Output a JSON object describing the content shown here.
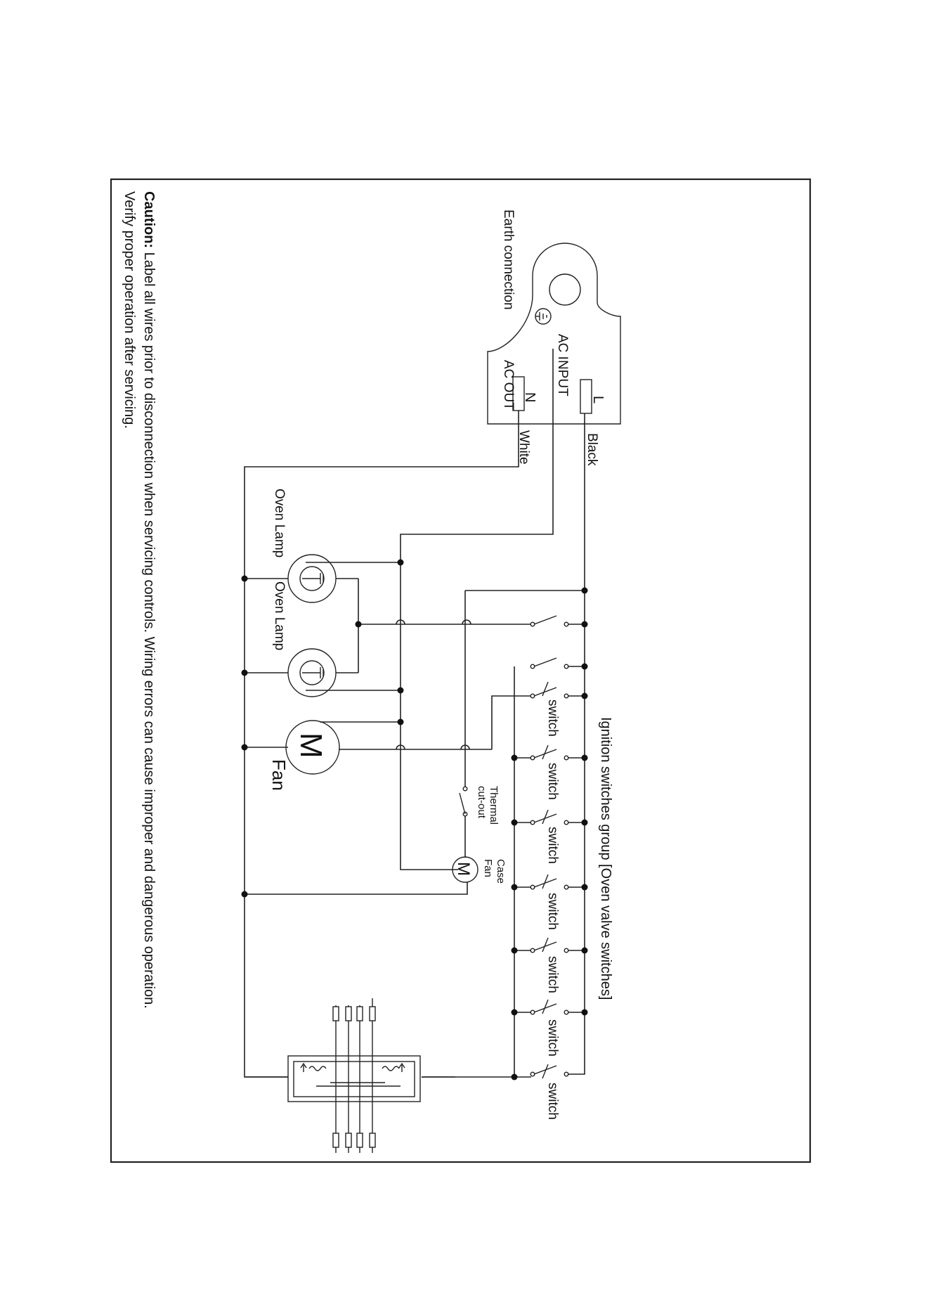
{
  "labels": {
    "earth_connection": "Earth connection",
    "ac_input": "AC INPUT",
    "ac_out": "AC OUT",
    "terminal_l": "L",
    "terminal_n": "N",
    "wire_black": "Black",
    "wire_white": "White",
    "oven_lamp_1": "Oven Lamp",
    "oven_lamp_2": "Oven Lamp",
    "fan_symbol": "M",
    "fan_label": "Fan",
    "case_fan_symbol": "M",
    "case_fan_line1": "Case",
    "case_fan_line2": "Fan",
    "thermal_line1": "Thermal",
    "thermal_line2": "cut-out",
    "ignition_group": "Ignition switches group [Oven valve switches]",
    "switch": "switch"
  },
  "caution": {
    "heading": "Caution:",
    "line1": " Label all wires prior to disconnection when servicing controls. Wiring errors can cause improper and dangerous operation.",
    "line2": "Verify proper operation after servicing."
  }
}
